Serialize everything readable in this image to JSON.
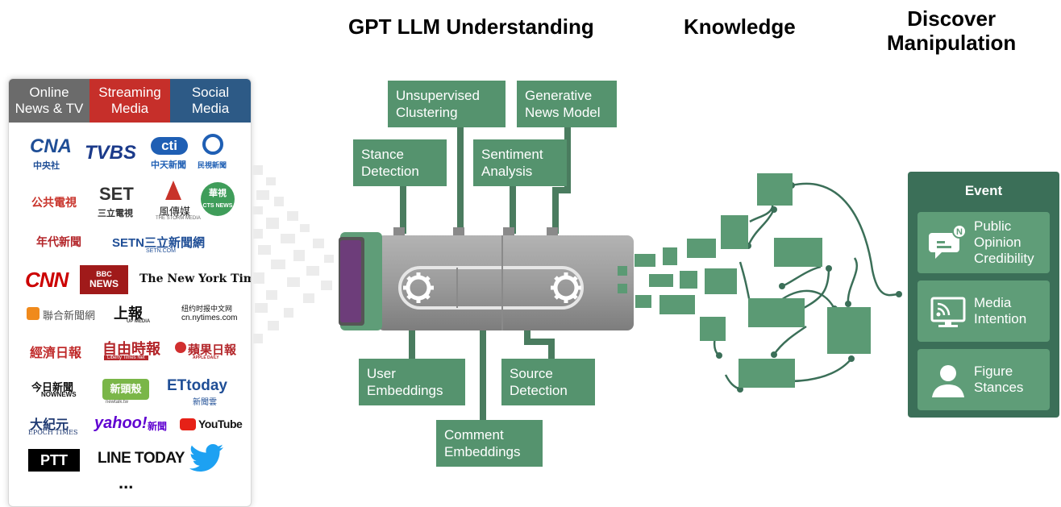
{
  "headings": {
    "understanding": "GPT LLM Understanding",
    "knowledge": "Knowledge",
    "discover": "Discover\nManipulation"
  },
  "sources": {
    "tabs": [
      {
        "label": "Online\nNews & TV",
        "color": "#6b6b6b"
      },
      {
        "label": "Streaming\nMedia",
        "color": "#c62f2a"
      },
      {
        "label": "Social\nMedia",
        "color": "#2d5a86"
      }
    ],
    "logos": {
      "cna": "CNA",
      "cna_sub": "中央社",
      "tvbs": "TVBS",
      "cti": "cti",
      "cti_sub": "中天新聞",
      "ftv": "民視新聞",
      "pts": "公共電視",
      "set": "SET",
      "set_sub": "三立電視",
      "storm": "風傳媒",
      "storm_sub": "THE STORM MEDIA",
      "cts": "華視",
      "cts_sub": "CTS NEWS",
      "era": "年代新聞",
      "setn": "SETN三立新聞網",
      "setn_sub": "SETN.COM",
      "cnn": "CNN",
      "bbc": "BBC",
      "bbc_sub": "NEWS",
      "nyt": "The New York Times",
      "udn": "聯合新聞網",
      "up": "上報",
      "up_sub": "UP MEDIA",
      "nytcn": "纽约时报中文网",
      "nytcn_sub": "cn.nytimes.com",
      "jjrb": "經濟日報",
      "ltn": "自由時報",
      "ltn_sub": "Liberty Times Net",
      "apple": "蘋果日報",
      "apple_sub": "APPLE DAILY",
      "nownews": "今日新聞",
      "nownews_sub": "NOWNEWS",
      "newtalk": "新頭殼",
      "newtalk_sub": "newtalk.tw",
      "ettoday": "ETtoday",
      "ettoday_sub": "新聞雲",
      "epoch": "大紀元",
      "epoch_sub": "EPOCH TIMES",
      "yahoo": "yahoo!",
      "yahoo_sub": "新聞",
      "youtube": "YouTube",
      "ptt": "PTT",
      "linetoday": "LINE TODAY",
      "more": "..."
    }
  },
  "modules": {
    "unsupervised": "Unsupervised\nClustering",
    "generative": "Generative\nNews Model",
    "stance": "Stance\nDetection",
    "sentiment": "Sentiment\nAnalysis",
    "user_emb": "User\nEmbeddings",
    "source_det": "Source\nDetection",
    "comment_emb": "Comment\nEmbeddings"
  },
  "event": {
    "title": "Event",
    "items": [
      {
        "label": "Public\nOpinion\nCredibility",
        "icon": "speech-bubble-icon"
      },
      {
        "label": "Media\nIntention",
        "icon": "broadcast-screen-icon"
      },
      {
        "label": "Figure\nStances",
        "icon": "person-icon"
      }
    ]
  },
  "colors": {
    "green": "#55936e",
    "dark_green": "#3b6f58",
    "machine": "#9a9a9a"
  }
}
